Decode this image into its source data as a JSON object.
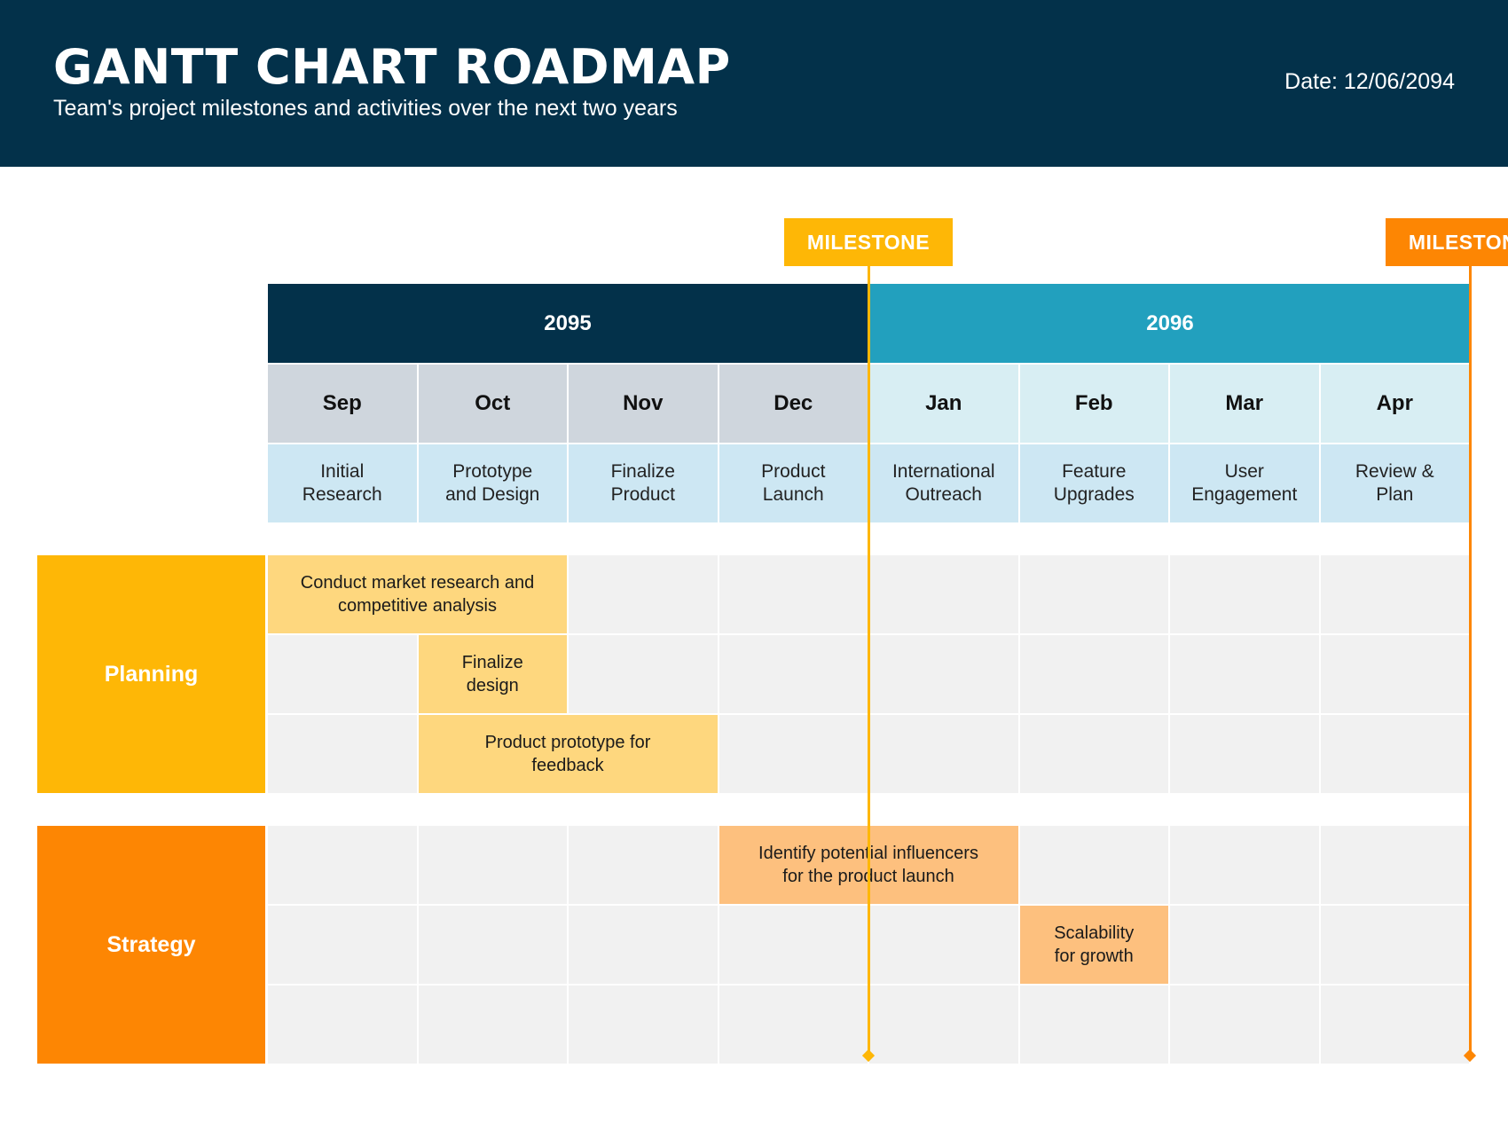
{
  "header": {
    "title": "GANTT CHART ROADMAP",
    "subtitle": "Team's project milestones and activities over the next two years",
    "date": "Date: 12/06/2094"
  },
  "colors": {
    "navy": "#03314a",
    "teal": "#22a0be",
    "planning": "#feb706",
    "planning_task": "#fed77e",
    "strategy": "#fd8603",
    "strategy_task": "#fdc07e"
  },
  "years": [
    {
      "label": "2095",
      "start": 0,
      "span": 4
    },
    {
      "label": "2096",
      "start": 4,
      "span": 4
    }
  ],
  "months": [
    "Sep",
    "Oct",
    "Nov",
    "Dec",
    "Jan",
    "Feb",
    "Mar",
    "Apr"
  ],
  "phases": [
    "Initial\nResearch",
    "Prototype\nand Design",
    "Finalize\nProduct",
    "Product\nLaunch",
    "International\nOutreach",
    "Feature\nUpgrades",
    "User\nEngagement",
    "Review &\nPlan"
  ],
  "milestones": [
    {
      "label": "MILESTONE",
      "after_month": 3,
      "color": "#feb706"
    },
    {
      "label": "MILESTONE",
      "after_month": 7,
      "color": "#fd8603"
    }
  ],
  "categories": [
    {
      "name": "Planning",
      "color": "#feb706",
      "task_color": "#fed77e",
      "tasks": [
        {
          "label": "Conduct market research and\ncompetitive analysis",
          "row": 0,
          "start": 0,
          "span": 2
        },
        {
          "label": "Finalize\ndesign",
          "row": 1,
          "start": 1,
          "span": 1
        },
        {
          "label": "Product prototype for\nfeedback",
          "row": 2,
          "start": 1,
          "span": 2
        }
      ]
    },
    {
      "name": "Strategy",
      "color": "#fd8603",
      "task_color": "#fdc07e",
      "tasks": [
        {
          "label": "Identify potential influencers\nfor the product launch",
          "row": 0,
          "start": 3,
          "span": 2
        },
        {
          "label": "Scalability\nfor growth",
          "row": 1,
          "start": 5,
          "span": 1
        }
      ]
    }
  ]
}
